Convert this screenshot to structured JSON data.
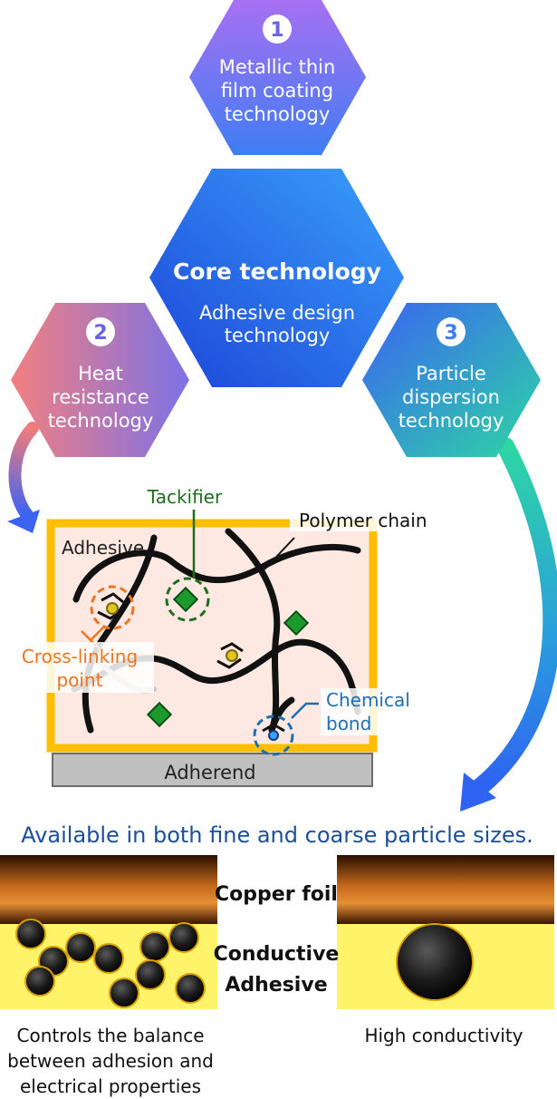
{
  "hexagons": {
    "top": {
      "number": "1",
      "lines": [
        "Metallic thin",
        "film coating",
        "technology"
      ]
    },
    "center": {
      "title": "Core technology",
      "lines": [
        "Adhesive design",
        "technology"
      ]
    },
    "left": {
      "number": "2",
      "lines": [
        "Heat",
        "resistance",
        "technology"
      ]
    },
    "right": {
      "number": "3",
      "lines": [
        "Particle",
        "dispersion",
        "technology"
      ]
    }
  },
  "adhesive_diagram": {
    "box_label": "Adhesive",
    "tackifier": "Tackifier",
    "polymer_chain": "Polymer chain",
    "cross_linking": [
      "Cross-linking",
      "point"
    ],
    "chemical_bond": [
      "Chemical",
      "bond"
    ],
    "adherend": "Adherend"
  },
  "particles": {
    "headline": "Available in both fine and coarse particle sizes.",
    "copper_foil": "Copper foil",
    "conductive_adhesive": [
      "Conductive",
      "Adhesive"
    ],
    "fine_caption": [
      "Controls the balance",
      "between adhesion and",
      "electrical properties"
    ],
    "coarse_caption": "High conductivity"
  },
  "colors": {
    "tackifier": "#1e6e1e",
    "cross_linking": "#f0731e",
    "chemical_bond": "#1e6eb4",
    "headline": "#1a4f9c",
    "adhesive_frame": "#ffbf00",
    "adhesive_fill": "#fde9e1",
    "conductive_fill": "#fff36a"
  }
}
